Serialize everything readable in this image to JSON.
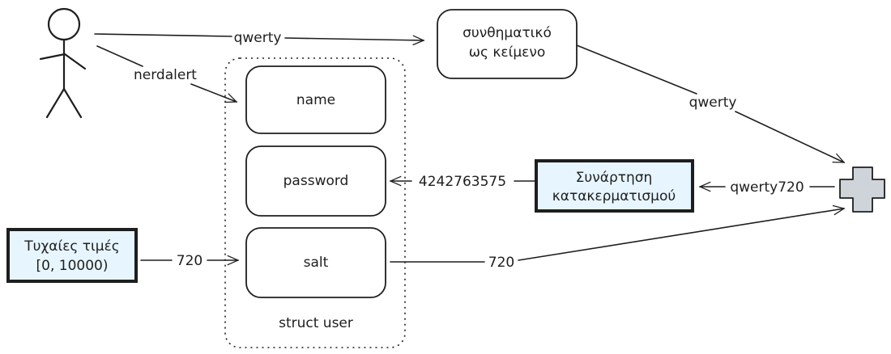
{
  "nodes": {
    "plaintext": {
      "line1": "συνθηματικό",
      "line2": "ως κείμενο"
    },
    "name_field": "name",
    "password_field": "password",
    "salt_field": "salt",
    "struct_label": "struct user",
    "hash_function": {
      "line1": "Συνάρτηση",
      "line2": "κατακερματισμού"
    },
    "random_values": {
      "line1": "Τυχαίες τιμές",
      "line2": "[0, 10000)"
    }
  },
  "edges": {
    "user_to_plaintext": "qwerty",
    "user_to_name": "nerdalert",
    "plaintext_to_plus": "qwerty",
    "plus_to_hash": "qwerty720",
    "hash_to_password": "4242763575",
    "random_to_salt": "720",
    "salt_to_plus": "720"
  },
  "colors": {
    "stroke": "#1e1e1e",
    "highlight_fill": "#e7f5ff",
    "plus_fill": "#ced4da"
  }
}
